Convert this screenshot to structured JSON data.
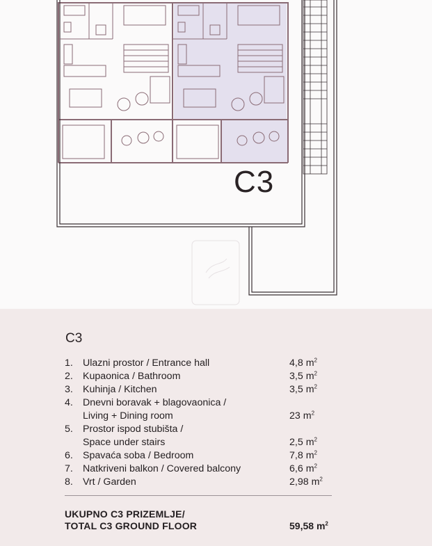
{
  "plan": {
    "unit_label": "C3"
  },
  "summary": {
    "unit_title": "C3",
    "area_unit": "m",
    "area_unit_exponent": "2",
    "rooms": [
      {
        "num": "1.",
        "name_lines": [
          "Ulazni prostor / Entrance hall"
        ],
        "area": "4,8"
      },
      {
        "num": "2.",
        "name_lines": [
          "Kupaonica / Bathroom"
        ],
        "area": "3,5"
      },
      {
        "num": "3.",
        "name_lines": [
          "Kuhinja / Kitchen"
        ],
        "area": "3,5"
      },
      {
        "num": "4.",
        "name_lines": [
          "Dnevni boravak + blagovaonica /",
          "Living + Dining room"
        ],
        "area": "23"
      },
      {
        "num": "5.",
        "name_lines": [
          "Prostor ispod stubišta /",
          "Space under stairs"
        ],
        "area": "2,5"
      },
      {
        "num": "6.",
        "name_lines": [
          "Spavaća soba / Bedroom"
        ],
        "area": "7,8"
      },
      {
        "num": "7.",
        "name_lines": [
          "Natkriveni balkon / Covered balcony"
        ],
        "area": "6,6"
      },
      {
        "num": "8.",
        "name_lines": [
          "Vrt / Garden"
        ],
        "area": "2,98"
      }
    ],
    "total_line_1": "UKUPNO C3 PRIZEMLJE/",
    "total_line_2": "TOTAL C3 GROUND FLOOR",
    "total_area": "59,58"
  },
  "colors": {
    "panel_bg": "#f2eaea",
    "wall": "#8a6b75",
    "highlight": "#e4e0ee"
  }
}
